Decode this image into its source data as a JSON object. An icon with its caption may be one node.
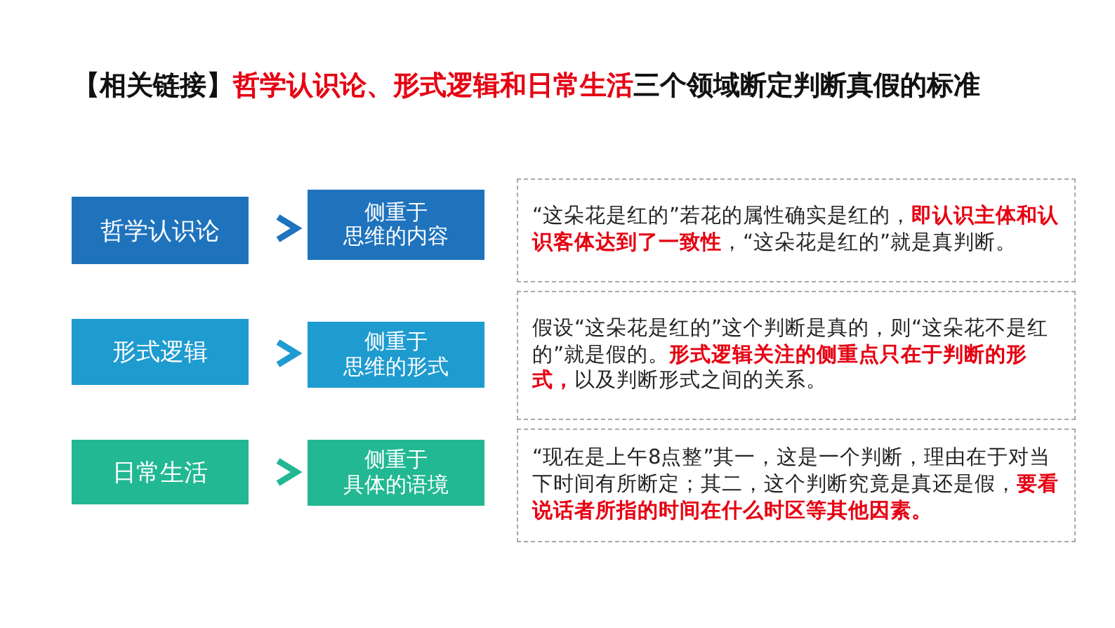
{
  "diagram": {
    "title": "【相关链接】**哲学认识论、形式逻辑和日常生活**三个领域断定判断真假的标准",
    "nodes": [
      {
        "text": [
          "哲学认识论"
        ]
      },
      {
        "text": [
          "侧重于",
          "思维的内容"
        ]
      },
      {
        "text": [
          "“这朵花是红的”若花的属性确实是红的，**即认识主体和认识客体达到了一致性**，“这朵花是红的”就是真判断。"
        ]
      },
      {
        "text": [
          "形式逻辑"
        ]
      },
      {
        "text": [
          "侧重于",
          "思维的形式"
        ]
      },
      {
        "text": [
          "假设“这朵花是红的”这个判断是真的，则“这朵花不是红的”就是假的。**形式逻辑关注的侧重点只在于判断的形式，**以及判断形式之间的关系。"
        ]
      },
      {
        "text": [
          "日常生活"
        ]
      },
      {
        "text": [
          "侧重于",
          "具体的语境"
        ]
      },
      {
        "text": [
          "“现在是上午8点整”其一，这是一个判断，理由在于对当下时间有所断定；其二，这个判断究竟是真还是假，**要看说话者所指的时间在什么时区等其他因素。**"
        ]
      }
    ],
    "edges": [
      {
        "from": 0,
        "to": 1,
        "arrow": "to"
      },
      {
        "from": 3,
        "to": 4,
        "arrow": "to"
      },
      {
        "from": 6,
        "to": 7,
        "arrow": "to"
      }
    ]
  }
}
